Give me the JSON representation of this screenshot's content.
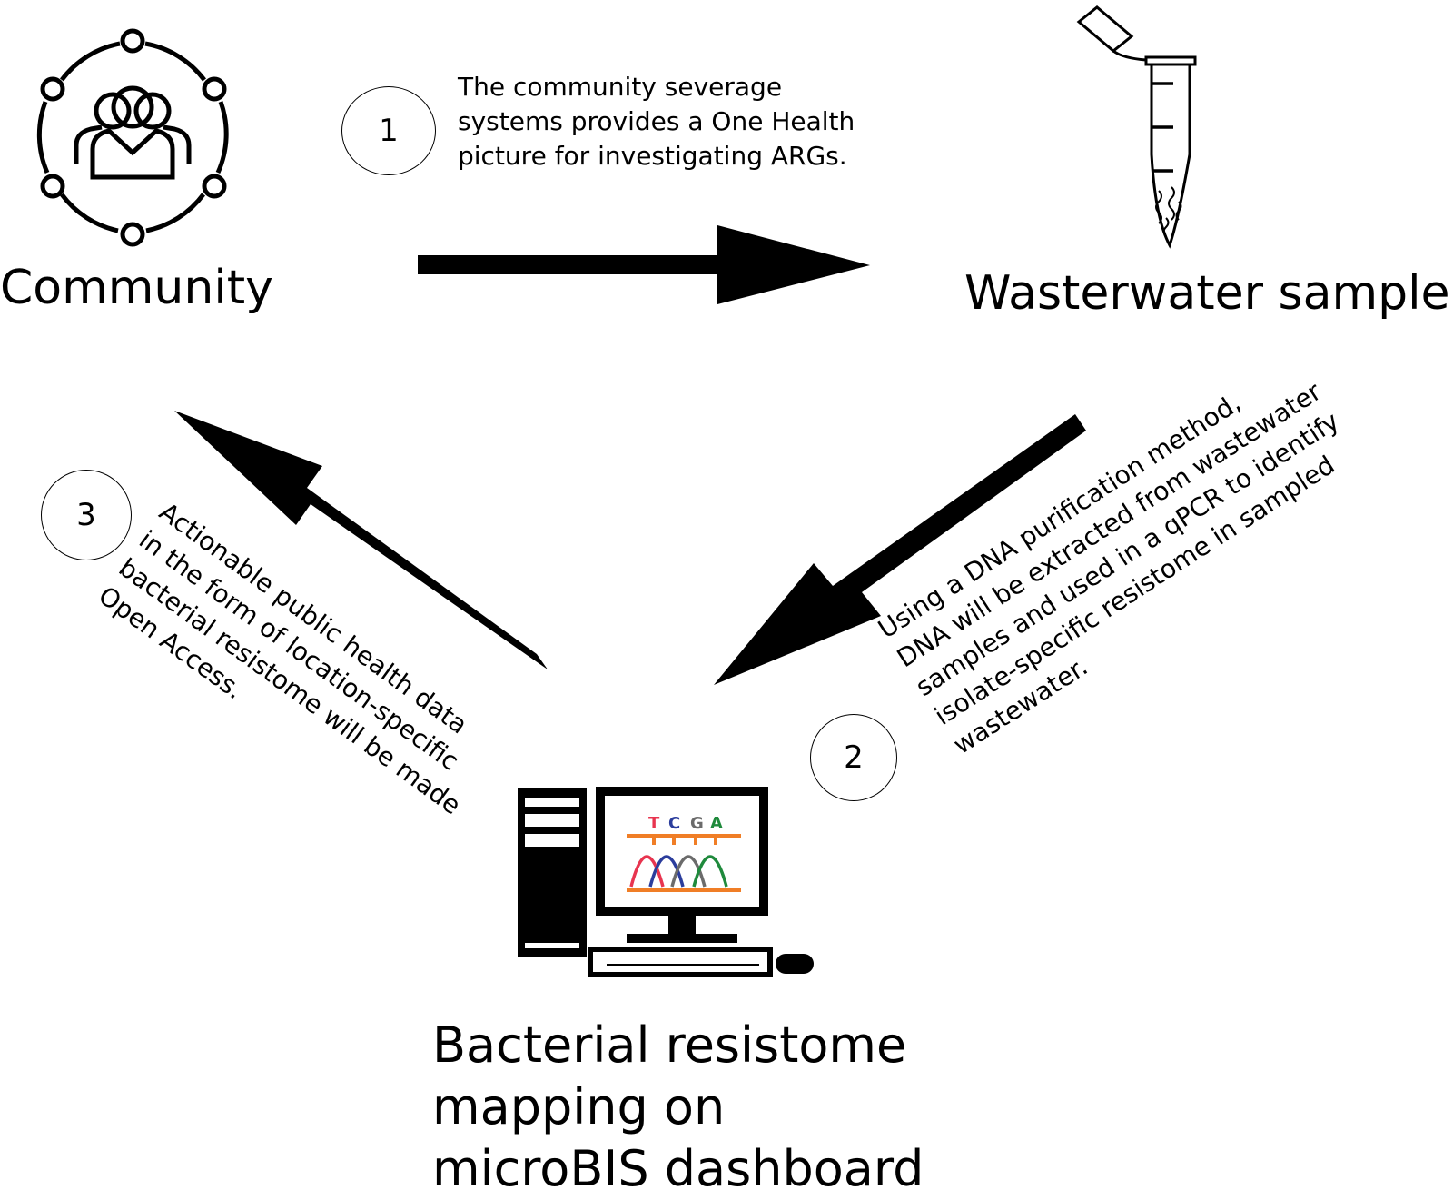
{
  "nodes": {
    "community": {
      "label": "Community",
      "icon": "community-people-icon"
    },
    "wastewater": {
      "label": "Wasterwater sample",
      "icon": "sample-tube-icon"
    },
    "dashboard": {
      "label_lines": [
        "Bacterial resistome",
        "mapping on",
        "microBIS dashboard"
      ],
      "icon": "computer-workstation-icon",
      "screen_letters": [
        "T",
        "C",
        "G",
        "A"
      ],
      "screen_letter_colors": [
        "#e8344f",
        "#2b3d9c",
        "#6b6b6b",
        "#1f8a3c"
      ],
      "curve_colors": [
        "#e8344f",
        "#2b3d9c",
        "#6b6b6b",
        "#1f8a3c"
      ],
      "bar_color": "#f07e26"
    }
  },
  "steps": [
    {
      "number": "1",
      "lines": [
        "The community severage",
        "systems provides a One Health",
        "picture for investigating ARGs."
      ]
    },
    {
      "number": "2",
      "lines": [
        "Using a DNA purification method,",
        "DNA will be extracted from wastewater",
        "samples and used in a qPCR to identify",
        "isolate-specific resistome in sampled",
        "wastewater."
      ]
    },
    {
      "number": "3",
      "lines": [
        "Actionable public health data",
        "in the form of location-specific",
        "bacterial resistome will be made",
        "Open Access."
      ]
    }
  ],
  "arrow_color": "#000000"
}
